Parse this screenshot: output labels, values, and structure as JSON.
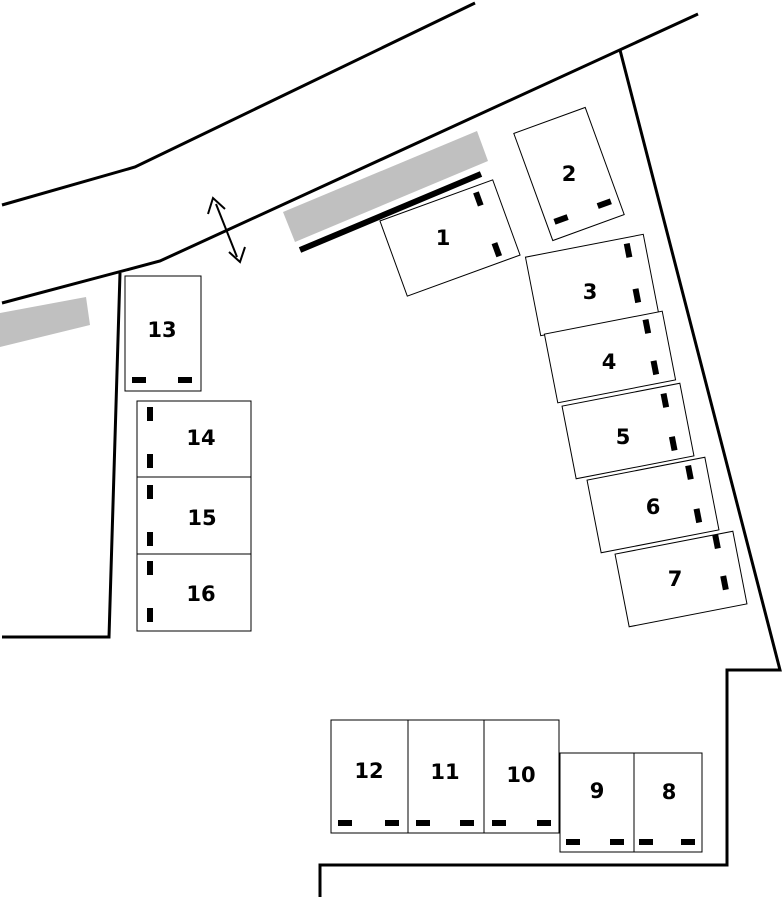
{
  "colors": {
    "line": "#000000",
    "space_fill": "#ffffff",
    "planter": "#c0c0c0",
    "background": "#ffffff"
  },
  "icons": {
    "entrance": "double-arrow-icon"
  },
  "spaces": [
    {
      "number": "1"
    },
    {
      "number": "2"
    },
    {
      "number": "3"
    },
    {
      "number": "4"
    },
    {
      "number": "5"
    },
    {
      "number": "6"
    },
    {
      "number": "7"
    },
    {
      "number": "8"
    },
    {
      "number": "9"
    },
    {
      "number": "10"
    },
    {
      "number": "11"
    },
    {
      "number": "12"
    },
    {
      "number": "13"
    },
    {
      "number": "14"
    },
    {
      "number": "15"
    },
    {
      "number": "16"
    }
  ]
}
